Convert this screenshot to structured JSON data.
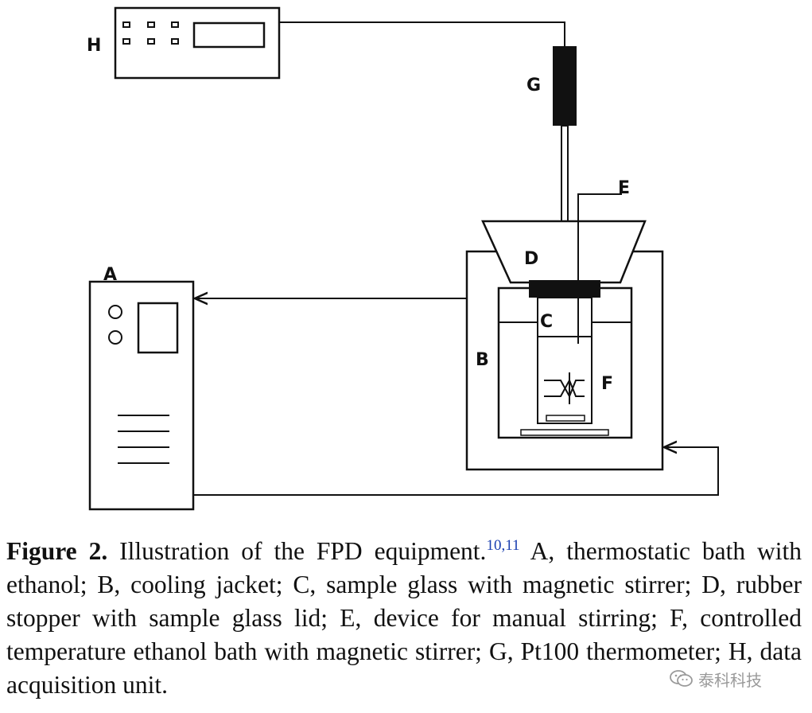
{
  "diagram": {
    "labels": {
      "A": "A",
      "B": "B",
      "C": "C",
      "D": "D",
      "E": "E",
      "F": "F",
      "G": "G",
      "H": "H"
    }
  },
  "caption": {
    "figure_label": "Figure 2.",
    "title": "Illustration of the FPD equipment.",
    "refs": "10,11",
    "text": "A, thermostatic bath with ethanol; B, cooling jacket; C, sample glass with magnetic stirrer; D, rubber stopper with sample glass lid; E, device for manual stirring; F, controlled temperature ethanol bath with magnetic stirrer; G, Pt100 thermometer; H, data acquisition unit."
  },
  "watermark": {
    "text": "泰科科技",
    "icon": "wechat-icon"
  }
}
